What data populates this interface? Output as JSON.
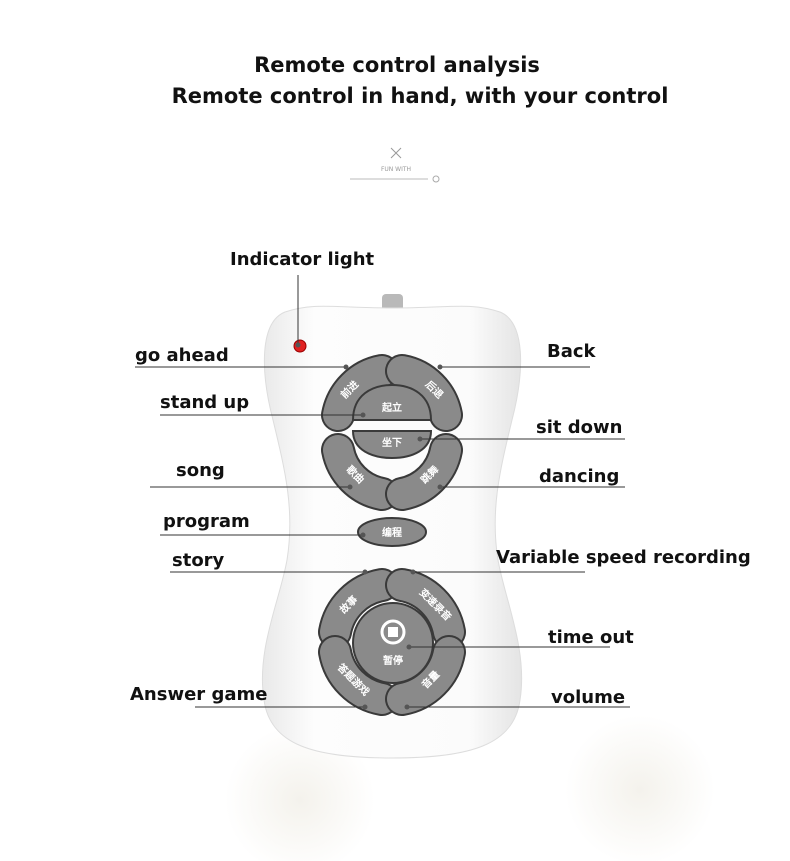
{
  "header": {
    "title": "Remote control analysis",
    "subtitle": "Remote control in hand, with your control",
    "logo_text": "FUN WITH"
  },
  "labels": {
    "indicator": "Indicator light",
    "go_ahead": "go ahead",
    "back": "Back",
    "stand_up": "stand up",
    "sit_down": "sit down",
    "song": "song",
    "dancing": "dancing",
    "program": "program",
    "story": "story",
    "variable_speed": "Variable speed recording",
    "time_out": "time out",
    "answer_game": "Answer game",
    "volume": "volume"
  },
  "buttons": {
    "forward": "前进",
    "back": "后退",
    "stand": "起立",
    "sit": "坐下",
    "song": "歌曲",
    "dance": "跳舞",
    "program": "编程",
    "story": "故事",
    "record": "变速录音",
    "pause": "暂停",
    "quiz": "答题游戏",
    "volume": "音量"
  },
  "colors": {
    "button": "#8a8a8a",
    "indicator": "#e02020",
    "body": "#f7f7f7"
  }
}
